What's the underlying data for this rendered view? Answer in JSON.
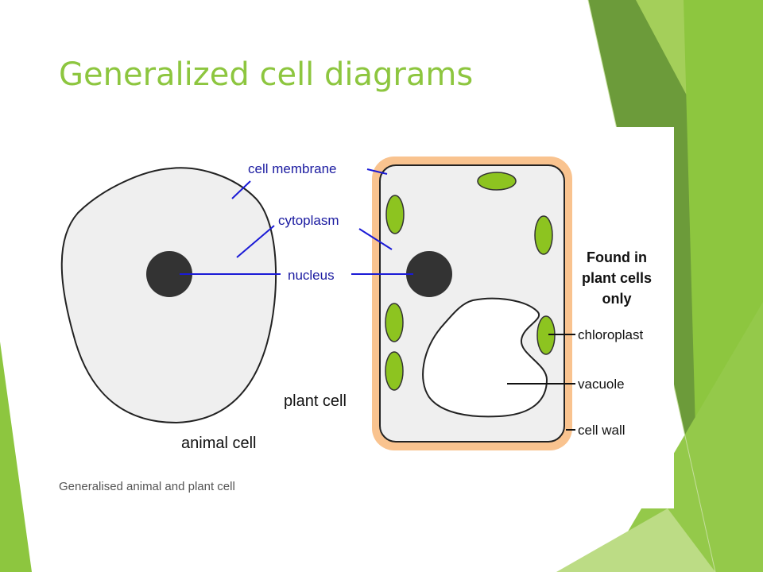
{
  "slide": {
    "title": "Generalized cell diagrams",
    "accent_color": "#8dc63f"
  },
  "diagram": {
    "labels": {
      "cell_membrane": "cell membrane",
      "cytoplasm": "cytoplasm",
      "nucleus": "nucleus",
      "animal_cell": "animal cell",
      "plant_cell": "plant cell",
      "found_in_line1": "Found in",
      "found_in_line2": "plant cells",
      "found_in_line3": "only",
      "chloroplast": "chloroplast",
      "vacuole": "vacuole",
      "cell_wall": "cell wall"
    },
    "caption": "Generalised animal and plant cell",
    "colors": {
      "pointer_blue": "#1a1ad6",
      "pointer_black": "#111111",
      "cell_fill": "#efefef",
      "nucleus": "#333333",
      "chloroplast": "#8dc420",
      "cell_wall": "#f9c38f"
    }
  }
}
